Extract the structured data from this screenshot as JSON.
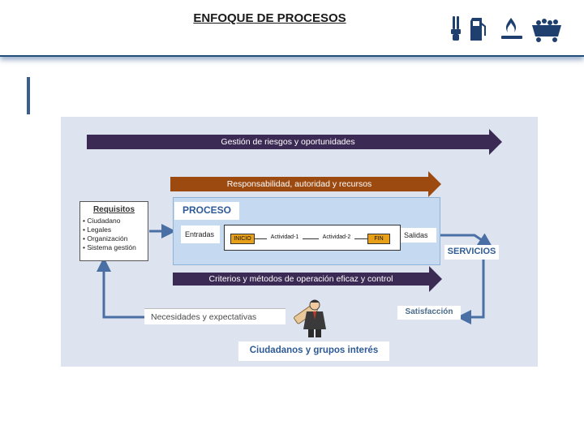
{
  "header": {
    "title": "ENFOQUE DE PROCESOS",
    "icons": [
      "light-bulb-icon",
      "fuel-pump-icon",
      "gas-flame-icon",
      "mine-cart-icon"
    ]
  },
  "diagram": {
    "risks_arrow": "Gestión de riesgos y oportunidades",
    "responsibility_arrow": "Responsabilidad, autoridad  y recursos",
    "requirements": {
      "title": "Requisitos",
      "items": [
        "Ciudadano",
        "Legales",
        "Organización",
        "Sistema gestión"
      ]
    },
    "process": {
      "title": "PROCESO",
      "inputs": "Entradas",
      "start": "INICIO",
      "activity_1": "Actividad-1",
      "activity_2": "Actividad-2",
      "end": "FIN",
      "outputs": "Salidas"
    },
    "services": "SERVICIOS",
    "criteria_arrow": "Criterios y métodos de operación  eficaz  y  control",
    "needs": "Necesidades  y expectativas",
    "satisfaction": "Satisfacción",
    "stakeholders": "Ciudadanos y grupos interés"
  },
  "colors": {
    "header_border": "#1f4e79",
    "panel_bg": "#dde4ef",
    "purple_arrow": "#3b2a54",
    "brown_arrow": "#9c4a10",
    "process_bg": "#c5daf0",
    "loop_arrow": "#4a6fa5",
    "start_end_fill": "#e8a018",
    "accent_blue": "#2e5b95"
  }
}
